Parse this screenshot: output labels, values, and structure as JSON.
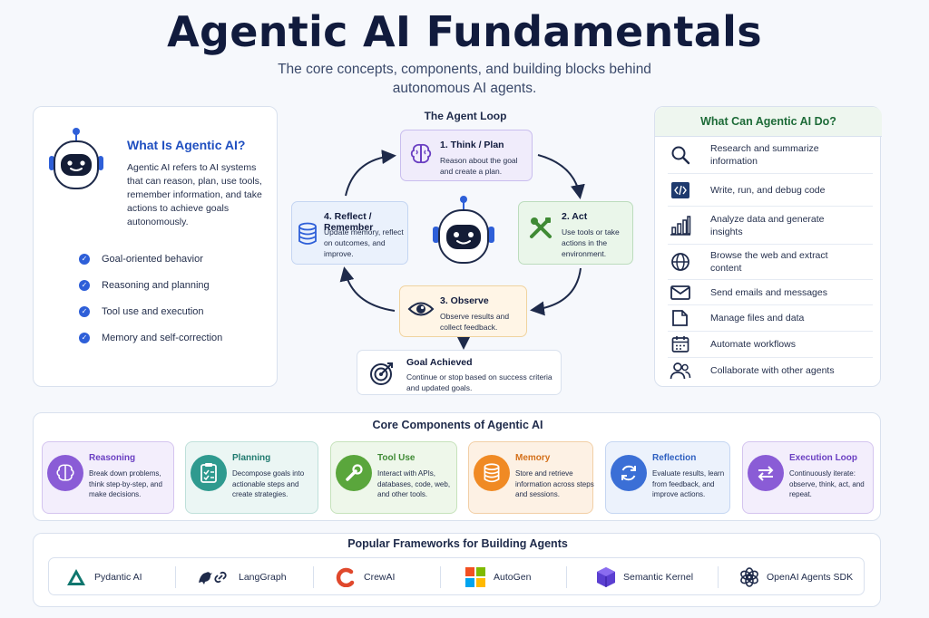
{
  "title": "Agentic AI Fundamentals",
  "subtitle": "The core concepts, components, and building blocks behind autonomous AI agents.",
  "what_is": {
    "title": "What Is Agentic AI?",
    "description": "Agentic AI refers to AI systems that can reason, plan, use tools, remember information, and take actions to achieve goals autonomously.",
    "checks": [
      "Goal-oriented behavior",
      "Reasoning and planning",
      "Tool use and execution",
      "Memory and self-correction"
    ]
  },
  "loop": {
    "title": "The Agent Loop",
    "steps": [
      {
        "title": "1. Think / Plan",
        "desc": "Reason about the goal and create a plan."
      },
      {
        "title": "2. Act",
        "desc": "Use tools or take actions in the environment."
      },
      {
        "title": "3. Observe",
        "desc": "Observe results and collect feedback."
      },
      {
        "title": "4. Reflect / Remember",
        "desc": "Update memory, reflect on outcomes, and improve."
      }
    ],
    "goal": {
      "title": "Goal Achieved",
      "desc": "Continue or stop based on success criteria and updated goals."
    }
  },
  "capabilities": {
    "title": "What Can Agentic AI Do?",
    "items": [
      {
        "label": "Research and summarize information",
        "icon": "search-icon"
      },
      {
        "label": "Write, run, and debug code",
        "icon": "code-icon"
      },
      {
        "label": "Analyze data and generate insights",
        "icon": "bar-chart-icon"
      },
      {
        "label": "Browse the web and extract content",
        "icon": "globe-icon"
      },
      {
        "label": "Send emails and messages",
        "icon": "mail-icon"
      },
      {
        "label": "Manage files and data",
        "icon": "folder-icon"
      },
      {
        "label": "Automate workflows",
        "icon": "calendar-icon"
      },
      {
        "label": "Collaborate with other agents",
        "icon": "users-icon"
      }
    ]
  },
  "core": {
    "title": "Core Components of Agentic AI",
    "items": [
      {
        "title": "Reasoning",
        "desc": "Break down problems, think step-by-step, and make decisions.",
        "color": "#8a5cd6"
      },
      {
        "title": "Planning",
        "desc": "Decompose goals into actionable steps and create strategies.",
        "color": "#2f9a8f"
      },
      {
        "title": "Tool Use",
        "desc": "Interact with APIs, databases, code, web, and other tools.",
        "color": "#5aa63c"
      },
      {
        "title": "Memory",
        "desc": "Store and retrieve information across steps and sessions.",
        "color": "#f08a24"
      },
      {
        "title": "Reflection",
        "desc": "Evaluate results, learn from feedback, and improve actions.",
        "color": "#3b6fd6"
      },
      {
        "title": "Execution Loop",
        "desc": "Continuously iterate: observe, think, act, and repeat.",
        "color": "#8a5cd6"
      }
    ]
  },
  "frameworks": {
    "title": "Popular Frameworks for Building Agents",
    "items": [
      "Pydantic AI",
      "LangGraph",
      "CrewAI",
      "AutoGen",
      "Semantic Kernel",
      "OpenAI Agents SDK"
    ]
  }
}
